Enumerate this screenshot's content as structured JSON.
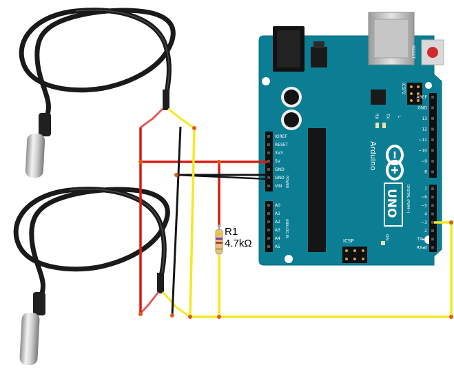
{
  "resistor": {
    "designator": "R1",
    "value": "4.7kΩ"
  },
  "board": {
    "brand": "Arduino",
    "model": "UNO",
    "reset_label": "RESET",
    "icsp2_label": "ICSP2",
    "icsp_label": "ICSP",
    "on_label": "ON",
    "tx_label": "TX",
    "rx_label": "RX",
    "l_label": "L",
    "power_header_label": "POWER",
    "analog_header_label": "ANALOG IN",
    "digital_header_label": "DIGITAL (PWM~)",
    "power_pins": [
      "IOREF",
      "RESET",
      "3V3",
      "5V",
      "GND",
      "GND",
      "VIN"
    ],
    "analog_pins": [
      "A0",
      "A1",
      "A2",
      "A3",
      "A4",
      "A5"
    ],
    "top_pins": [
      "AREF",
      "GND",
      "13",
      "12",
      "~11",
      "~10",
      "~9",
      "8"
    ],
    "digital_pins": [
      "7",
      "~6",
      "~5",
      "4",
      "~3",
      "2",
      "TX▸1",
      "RX◂0"
    ]
  },
  "colors": {
    "board": "#0c7e93",
    "wire_red": "#d81a14",
    "wire_black": "#151515",
    "wire_yellow": "#f2ea22",
    "probe_cable": "#1a1a1a",
    "probe_tip": "#c9c9c9"
  }
}
